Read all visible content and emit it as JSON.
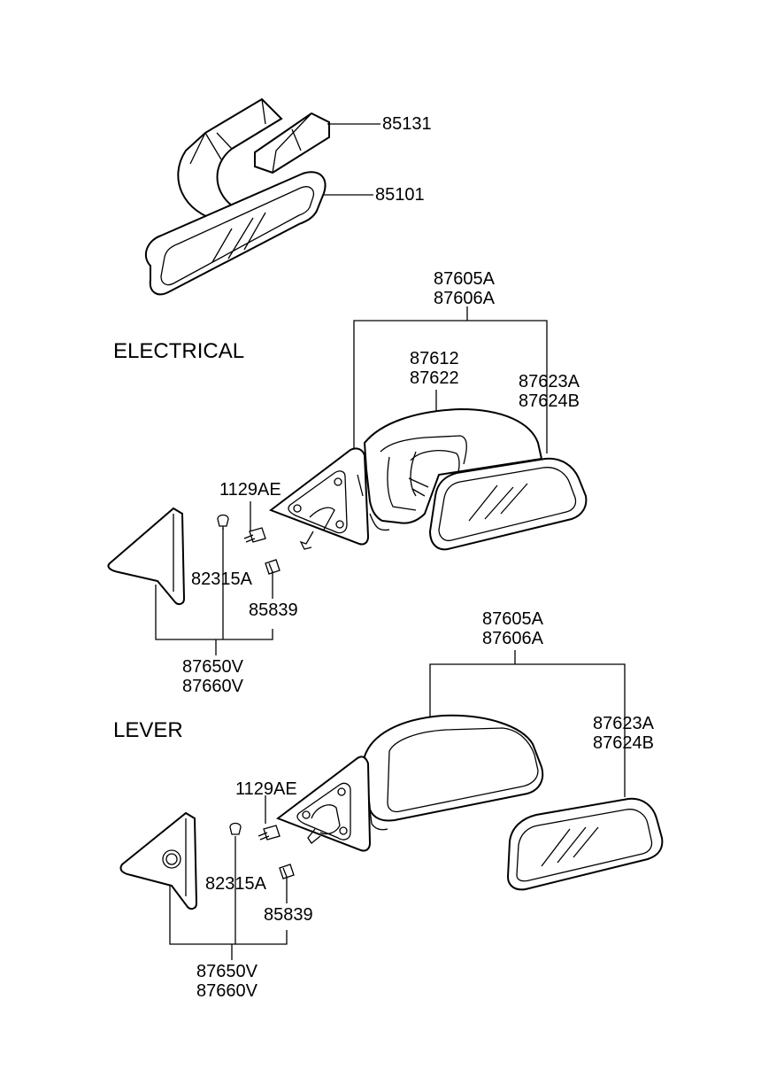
{
  "sections": {
    "electrical": "ELECTRICAL",
    "lever": "LEVER"
  },
  "parts": {
    "p85131": "85131",
    "p85101": "85101",
    "e_assy_1": "87605A",
    "e_assy_2": "87606A",
    "e_actuator_1": "87612",
    "e_actuator_2": "87622",
    "e_glass_1": "87623A",
    "e_glass_2": "87624B",
    "e_screw": "1129AE",
    "e_clip": "82315A",
    "e_nut": "85839",
    "e_cover_1": "87650V",
    "e_cover_2": "87660V",
    "l_assy_1": "87605A",
    "l_assy_2": "87606A",
    "l_glass_1": "87623A",
    "l_glass_2": "87624B",
    "l_screw": "1129AE",
    "l_clip": "82315A",
    "l_nut": "85839",
    "l_cover_1": "87650V",
    "l_cover_2": "87660V"
  }
}
